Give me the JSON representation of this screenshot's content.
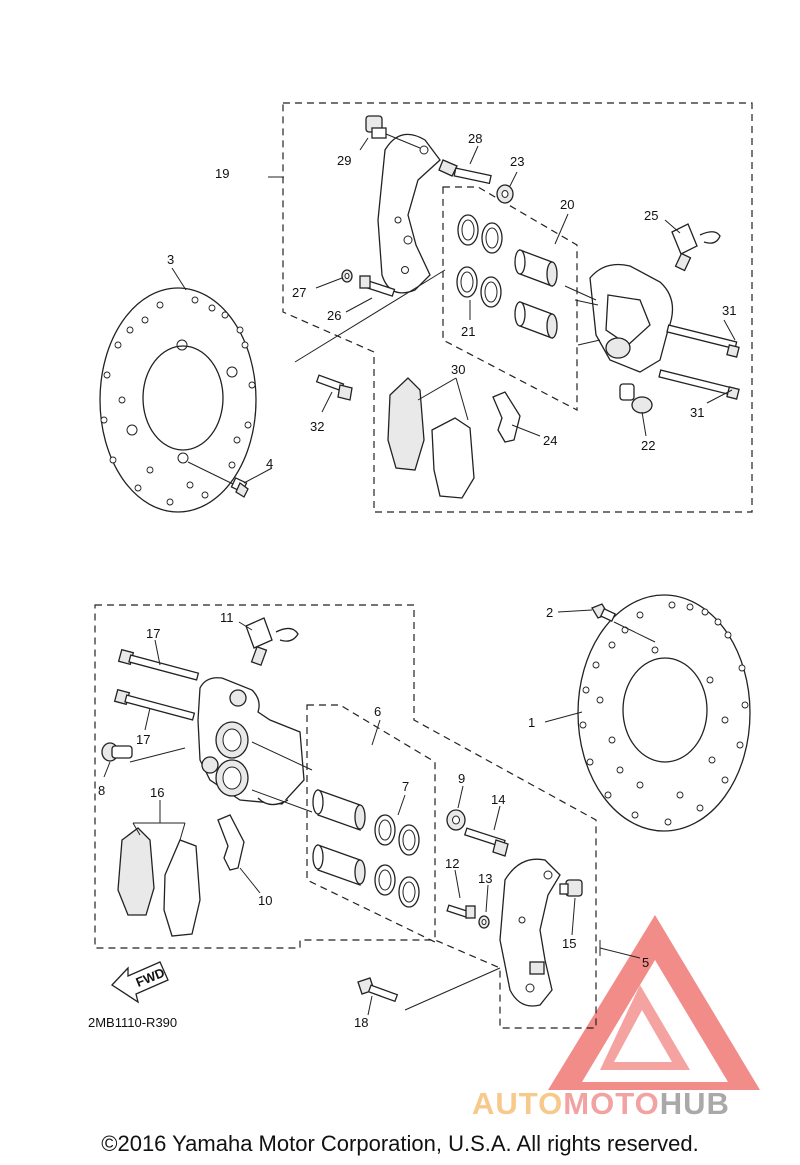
{
  "diagram_code": "2MB1110-R390",
  "fwd_label": "FWD",
  "copyright": "©2016 Yamaha Motor Corporation, U.S.A. All rights reserved.",
  "watermark": {
    "part1": "AUTO",
    "part2": "MOTO",
    "part3": "HUB"
  },
  "callouts": {
    "c1": "1",
    "c2": "2",
    "c3": "3",
    "c4": "4",
    "c5": "5",
    "c6": "6",
    "c7": "7",
    "c8": "8",
    "c9": "9",
    "c10": "10",
    "c11": "11",
    "c12": "12",
    "c13": "13",
    "c14": "14",
    "c15": "15",
    "c16": "16",
    "c17a": "17",
    "c17b": "17",
    "c18": "18",
    "c19": "19",
    "c20": "20",
    "c21": "21",
    "c22": "22",
    "c23": "23",
    "c24": "24",
    "c25": "25",
    "c26": "26",
    "c27": "27",
    "c28": "28",
    "c29": "29",
    "c30": "30",
    "c31a": "31",
    "c31b": "31",
    "c32": "32"
  },
  "colors": {
    "watermark_red": "#e8302a",
    "watermark_orange": "#f5a623",
    "line": "#222222"
  }
}
